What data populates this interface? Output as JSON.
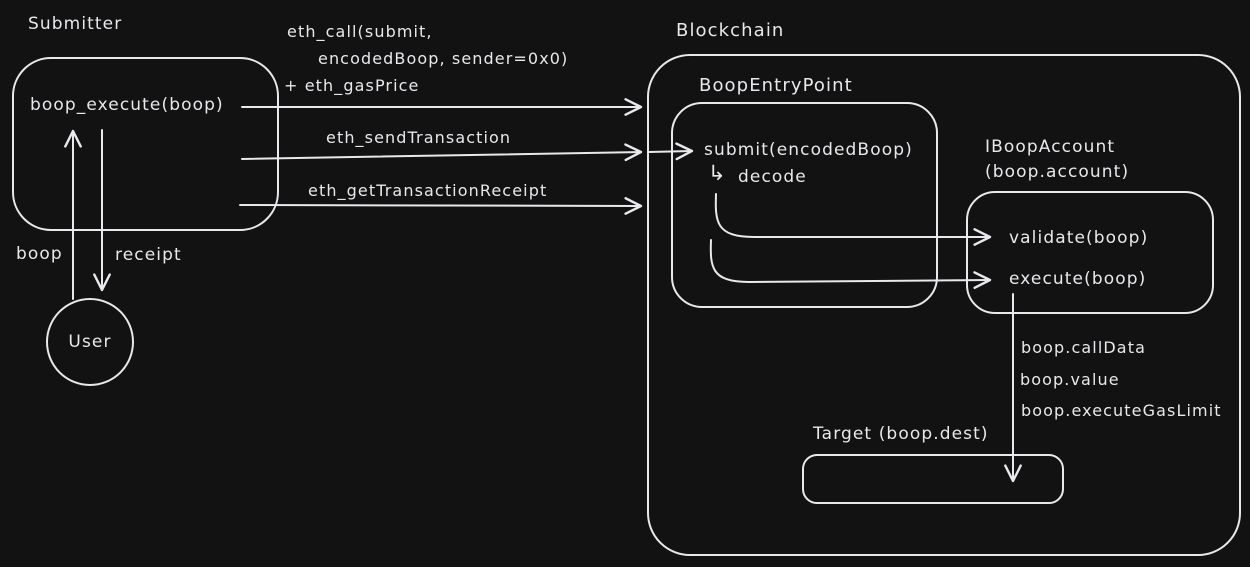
{
  "canvas": {
    "bg": "#121212",
    "ink": "#e8e8ed"
  },
  "submitter": {
    "title": "Submitter",
    "method": "boop_execute(boop)"
  },
  "user": {
    "label": "User"
  },
  "user_edges": {
    "request": "boop",
    "response": "receipt"
  },
  "rpc_calls": {
    "eth_call_line1": "eth_call(submit,",
    "eth_call_line2": "encodedBoop, sender=0x0)",
    "eth_call_line3": "+ eth_gasPrice",
    "send_transaction": "eth_sendTransaction",
    "get_receipt": "eth_getTransactionReceipt"
  },
  "blockchain": {
    "title": "Blockchain"
  },
  "entry_point": {
    "title": "BoopEntryPoint",
    "method": "submit(encodedBoop)",
    "decode_arrow": "↳",
    "decode": "decode"
  },
  "account": {
    "title": "IBoopAccount",
    "subtitle": "(boop.account)",
    "validate": "validate(boop)",
    "execute": "execute(boop)"
  },
  "call_params": [
    "boop.callData",
    "boop.value",
    "boop.executeGasLimit"
  ],
  "target": {
    "title": "Target (boop.dest)"
  }
}
